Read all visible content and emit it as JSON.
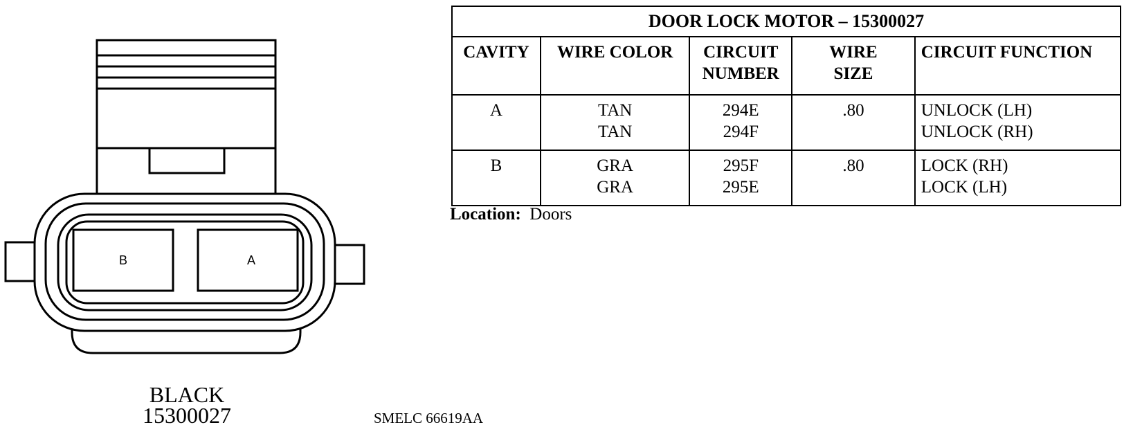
{
  "connector": {
    "cavity_labels": [
      "B",
      "A"
    ],
    "color_label": "BLACK",
    "part_number": "15300027"
  },
  "figure_id": "SMELC 66619AA",
  "table": {
    "title": "DOOR LOCK MOTOR – 15300027",
    "headers": {
      "cavity": "CAVITY",
      "wire_color": "WIRE COLOR",
      "circuit_number": [
        "CIRCUIT",
        "NUMBER"
      ],
      "wire_size": [
        "WIRE",
        "SIZE"
      ],
      "circuit_function": "CIRCUIT FUNCTION"
    },
    "rows": [
      {
        "cavity": "A",
        "wire_colors": [
          "TAN",
          "TAN"
        ],
        "circuit_numbers": [
          "294E",
          "294F"
        ],
        "wire_size": ".80",
        "functions": [
          "UNLOCK (LH)",
          "UNLOCK (RH)"
        ]
      },
      {
        "cavity": "B",
        "wire_colors": [
          "GRA",
          "GRA"
        ],
        "circuit_numbers": [
          "295F",
          "295E"
        ],
        "wire_size": ".80",
        "functions": [
          "LOCK (RH)",
          "LOCK (LH)"
        ]
      }
    ]
  },
  "location": {
    "label": "Location:",
    "value": "Doors"
  }
}
